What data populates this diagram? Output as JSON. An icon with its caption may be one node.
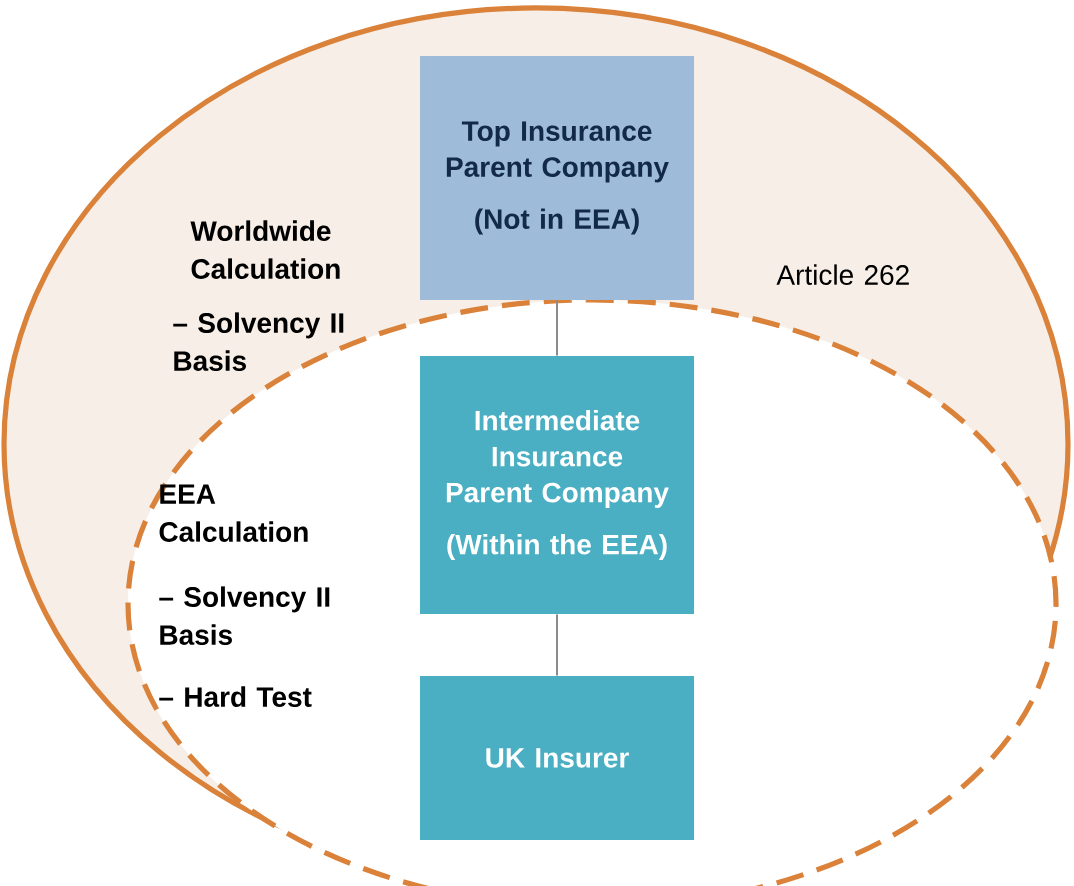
{
  "diagram": {
    "nodes": [
      {
        "text": [
          "Worldwide Calculation",
          "– Solvency II Basis",
          "Article 262"
        ]
      },
      {
        "text": [
          "Top Insurance Parent Company",
          "(Not in EEA)"
        ],
        "in": 0
      },
      {
        "text": [
          "EEA Calculation",
          "– Solvency II Basis",
          "– Hard Test"
        ],
        "in": 0
      },
      {
        "text": [
          "Intermediate Insurance Parent Company",
          "(Within the EEA)"
        ],
        "in": 2
      },
      {
        "text": [
          "UK Insurer"
        ],
        "in": 2
      }
    ],
    "edges": [
      {
        "from": 1,
        "to": 3,
        "arrow": "none"
      },
      {
        "from": 3,
        "to": 4,
        "arrow": "none"
      }
    ]
  }
}
